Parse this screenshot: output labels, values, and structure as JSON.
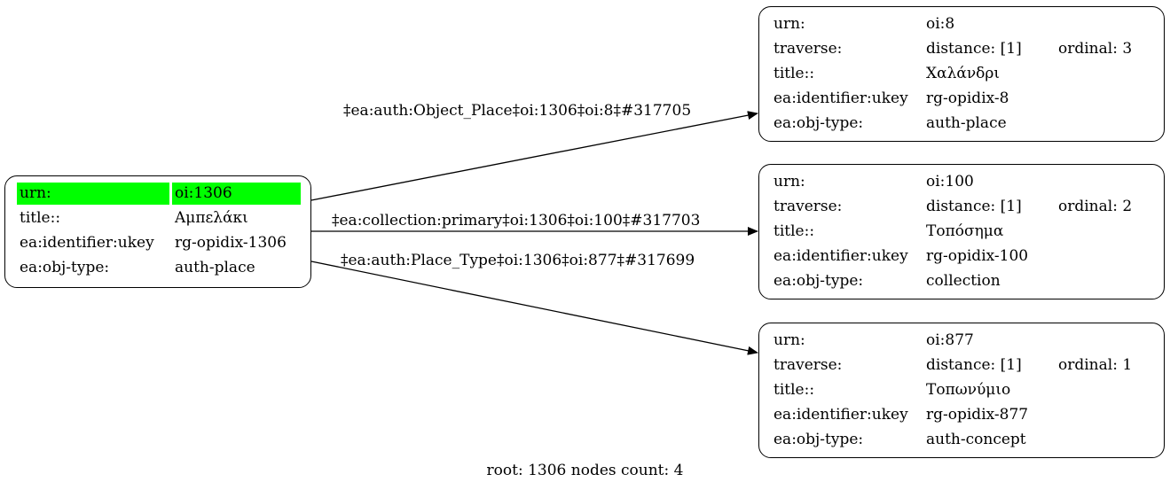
{
  "graph": {
    "root_node": {
      "rows": [
        {
          "key": "urn:",
          "value": "oi:1306",
          "highlight": true
        },
        {
          "key": "title::",
          "value": "Αμπελάκι"
        },
        {
          "key": "ea:identifier:ukey",
          "value": "rg-opidix-1306"
        },
        {
          "key": "ea:obj-type:",
          "value": "auth-place"
        }
      ],
      "highlight_color": "#00ff00"
    },
    "nodes": [
      {
        "urn_key": "urn:",
        "urn": "oi:8",
        "traverse_key": "traverse:",
        "distance": "distance: [1]",
        "ordinal": "ordinal: 3",
        "title_key": "title::",
        "title": "Χαλάνδρι",
        "ukey_key": "ea:identifier:ukey",
        "ukey": "rg-opidix-8",
        "type_key": "ea:obj-type:",
        "type": "auth-place"
      },
      {
        "urn_key": "urn:",
        "urn": "oi:100",
        "traverse_key": "traverse:",
        "distance": "distance: [1]",
        "ordinal": "ordinal: 2",
        "title_key": "title::",
        "title": "Τοπόσημα",
        "ukey_key": "ea:identifier:ukey",
        "ukey": "rg-opidix-100",
        "type_key": "ea:obj-type:",
        "type": "collection"
      },
      {
        "urn_key": "urn:",
        "urn": "oi:877",
        "traverse_key": "traverse:",
        "distance": "distance: [1]",
        "ordinal": "ordinal: 1",
        "title_key": "title::",
        "title": "Τοπωνύμιο",
        "ukey_key": "ea:identifier:ukey",
        "ukey": "rg-opidix-877",
        "type_key": "ea:obj-type:",
        "type": "auth-concept"
      }
    ],
    "edges": [
      {
        "from": "oi:1306",
        "to": "oi:8",
        "label": "‡ea:auth:Object_Place‡oi:1306‡oi:8‡#317705"
      },
      {
        "from": "oi:1306",
        "to": "oi:100",
        "label": "‡ea:collection:primary‡oi:1306‡oi:100‡#317703"
      },
      {
        "from": "oi:1306",
        "to": "oi:877",
        "label": "‡ea:auth:Place_Type‡oi:1306‡oi:877‡#317699"
      }
    ],
    "footer": "root: 1306 nodes count: 4"
  }
}
